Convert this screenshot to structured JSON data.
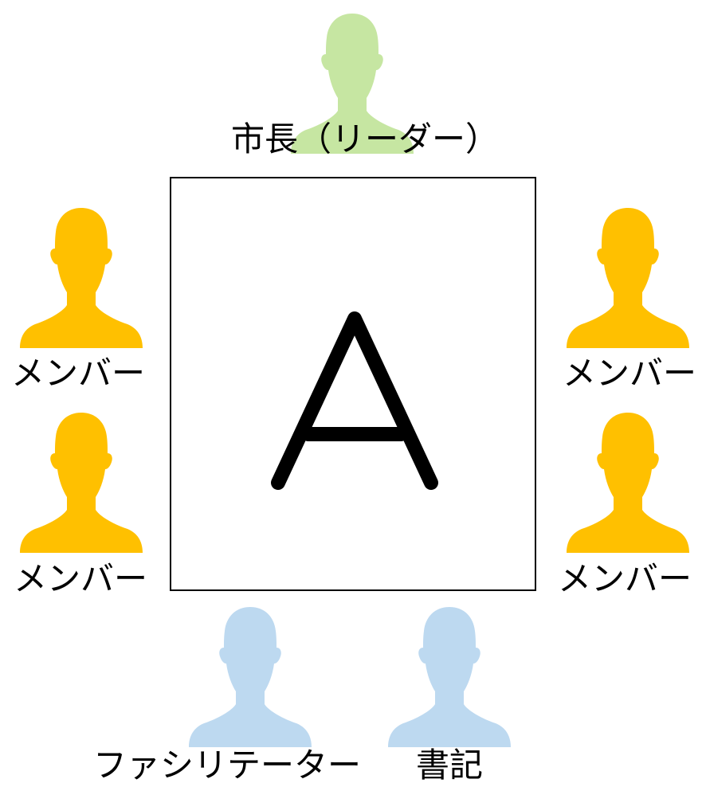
{
  "colors": {
    "leader": "#C6E6A2",
    "member": "#FFC000",
    "support": "#BDD9F0",
    "border": "#000000"
  },
  "table": {
    "label": "A"
  },
  "leader": {
    "label": "市長（リーダー）",
    "icon": "person-silhouette-icon"
  },
  "members": [
    {
      "label": "メンバー",
      "icon": "person-silhouette-icon"
    },
    {
      "label": "メンバー",
      "icon": "person-silhouette-icon"
    },
    {
      "label": "メンバー",
      "icon": "person-silhouette-icon"
    },
    {
      "label": "メンバー",
      "icon": "person-silhouette-icon"
    }
  ],
  "facilitator": {
    "label": "ファシリテーター",
    "icon": "person-silhouette-icon"
  },
  "secretary": {
    "label": "書記",
    "icon": "person-silhouette-icon"
  }
}
